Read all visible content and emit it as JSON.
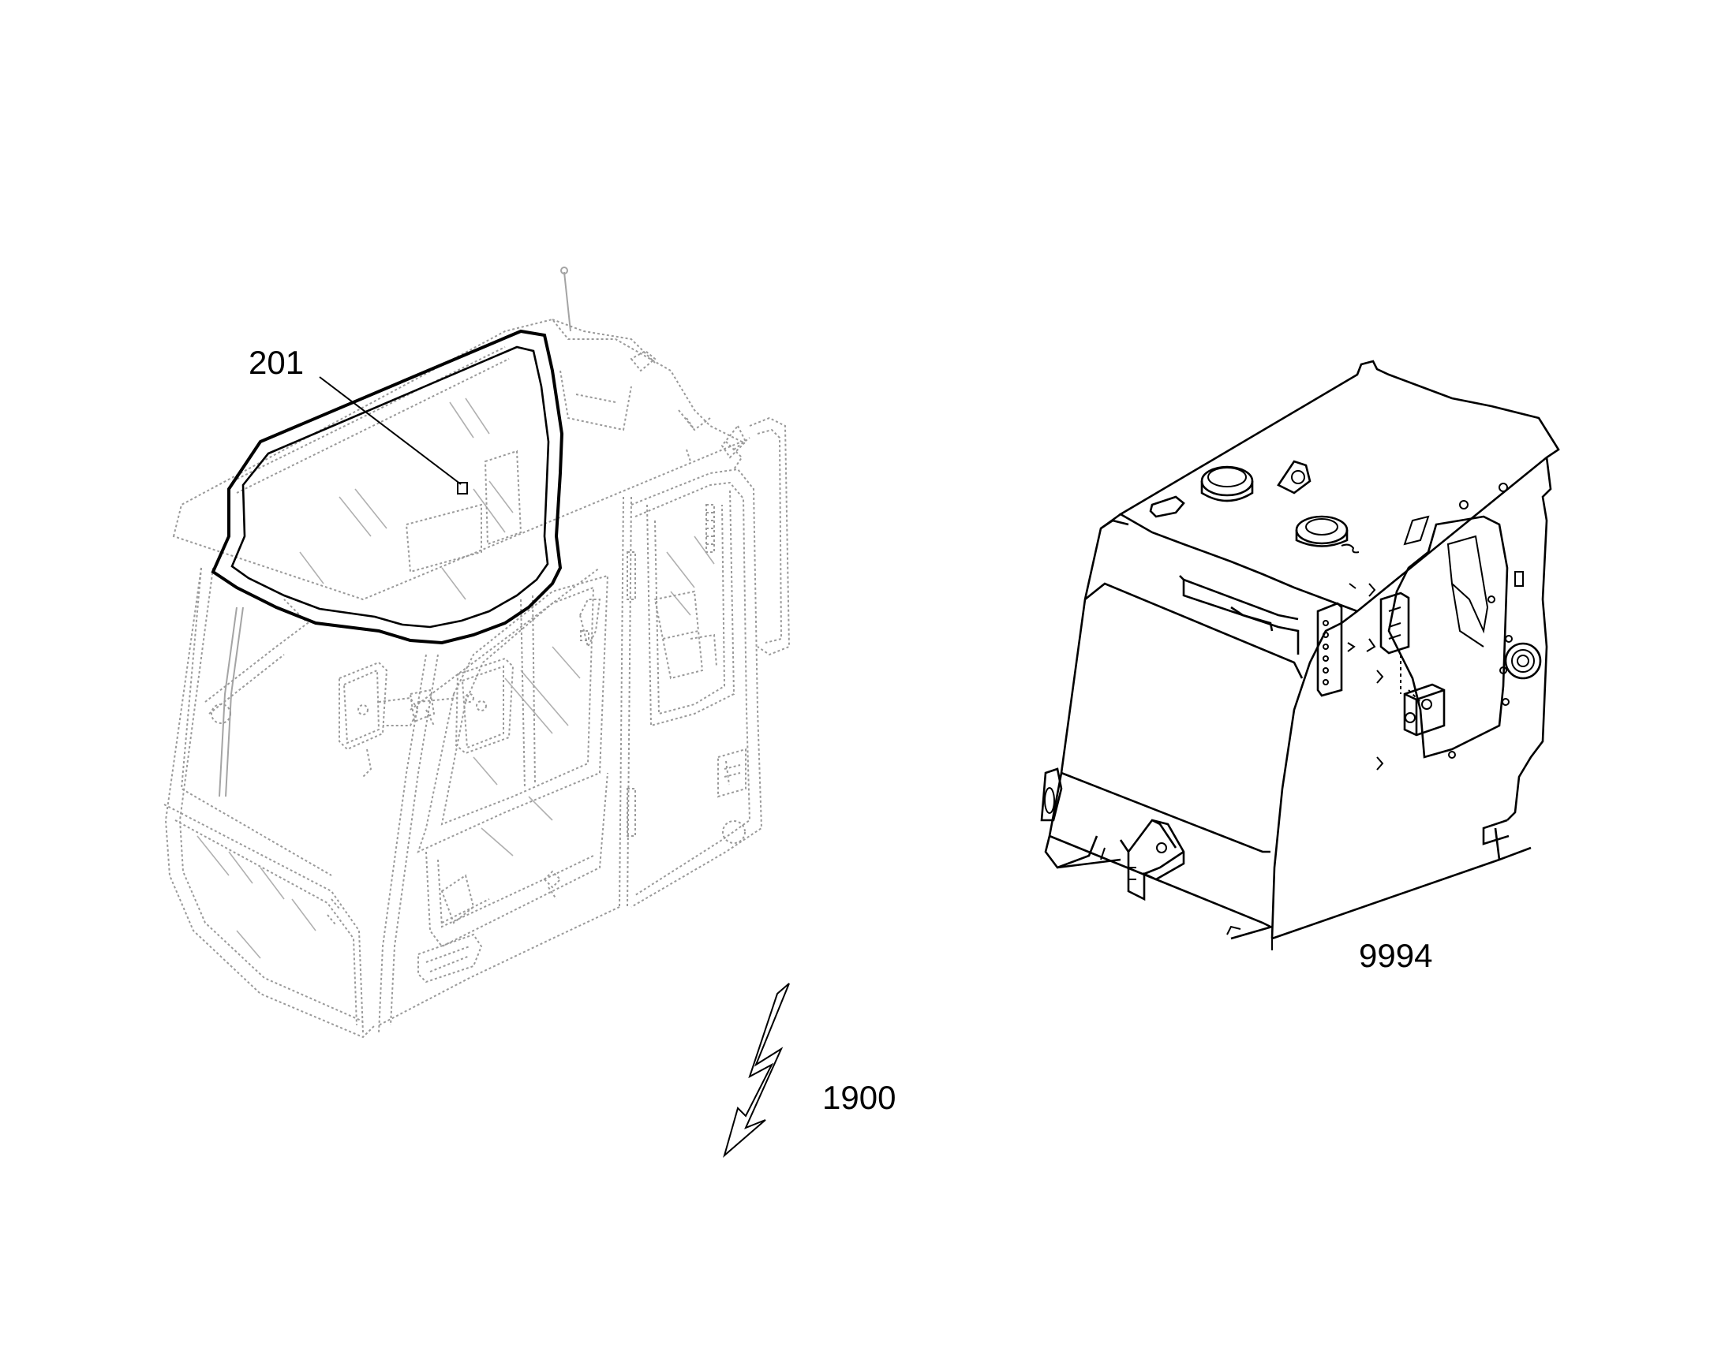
{
  "callouts": {
    "windshield_part": "201",
    "cab_frame_part": "9994",
    "electrical_ref": "1900"
  },
  "colors": {
    "line": "#000000",
    "ghost_line": "#9a9a9a",
    "background": "#ffffff"
  },
  "icons": {
    "electrical_symbol": "lightning-bolt-icon"
  }
}
